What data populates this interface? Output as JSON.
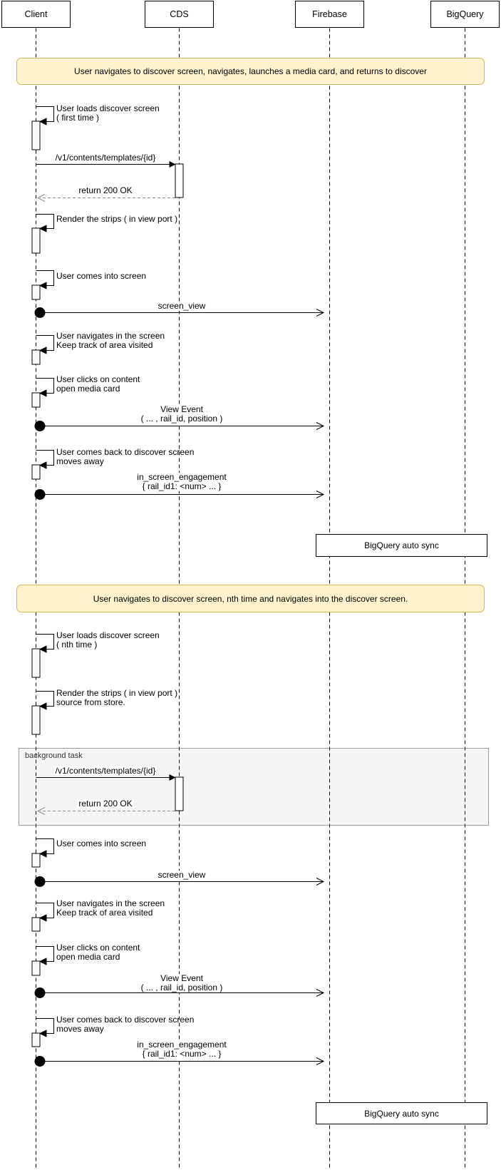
{
  "colors": {
    "banner_fill": "#fff2cc",
    "banner_border": "#d6b656",
    "frame_fill": "#f5f5f5",
    "frame_border": "#999999",
    "line": "#000000",
    "return_line": "#8c8c8c"
  },
  "actors": [
    {
      "label": "Client"
    },
    {
      "label": "CDS"
    },
    {
      "label": "Firebase"
    },
    {
      "label": "BigQuery"
    }
  ],
  "banners": [
    {
      "text": "User navigates to discover screen, navigates, launches a media card, and returns to discover"
    },
    {
      "text": "User navigates to discover screen, nth time and navigates into the discover screen."
    }
  ],
  "frame": {
    "title": "background task"
  },
  "messages": {
    "load_first": [
      "User loads discover screen",
      "( first time )"
    ],
    "api_call": "/v1/contents/templates/{id}",
    "api_return": "return 200 OK",
    "render_strips": [
      "Render the strips ( in view port )"
    ],
    "comes_into": [
      "User comes into screen"
    ],
    "screen_view": "screen_view",
    "navigates": [
      "User navigates in the screen",
      "Keep track of area visited"
    ],
    "clicks": [
      "User clicks on content",
      "open media card"
    ],
    "view_event": [
      "View Event",
      "( ... , rail_id, position )"
    ],
    "comes_back": [
      "User comes back to discover screen",
      "moves away"
    ],
    "engagement": [
      "in_screen_engagement",
      "{ rail_id1: <num> ... }"
    ],
    "sync": "BigQuery auto sync",
    "load_nth": [
      "User loads discover screen",
      "( nth time )"
    ],
    "render_strips_store": [
      "Render the strips ( in view port )",
      "source from store."
    ]
  }
}
